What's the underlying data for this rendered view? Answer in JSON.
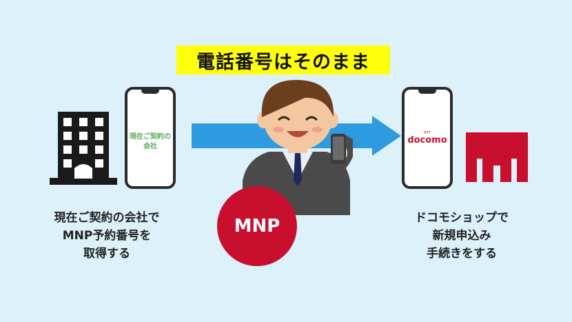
{
  "banner": {
    "text": "電話番号はそのまま"
  },
  "left": {
    "phone_text_line1": "現在ご契約の",
    "phone_text_line2": "会社",
    "caption_line1": "現在ご契約の会社で",
    "caption_line2": "MNP予約番号を",
    "caption_line3": "取得する"
  },
  "right": {
    "docomo_small": "NTT",
    "docomo_logo": "docomo",
    "caption_line1": "ドコモショップで",
    "caption_line2": "新規申込み",
    "caption_line3": "手続きをする"
  },
  "mnp": {
    "label": "MNP"
  },
  "colors": {
    "background": "#ddf1fb",
    "banner": "#ffff0c",
    "arrow": "#2e9be0",
    "docomo_red": "#c8102e",
    "phone_text_green": "#5aaa5c"
  },
  "icons": {
    "building": "office-building-icon",
    "shop": "docomo-shop-icon",
    "arrow": "right-arrow-icon"
  }
}
